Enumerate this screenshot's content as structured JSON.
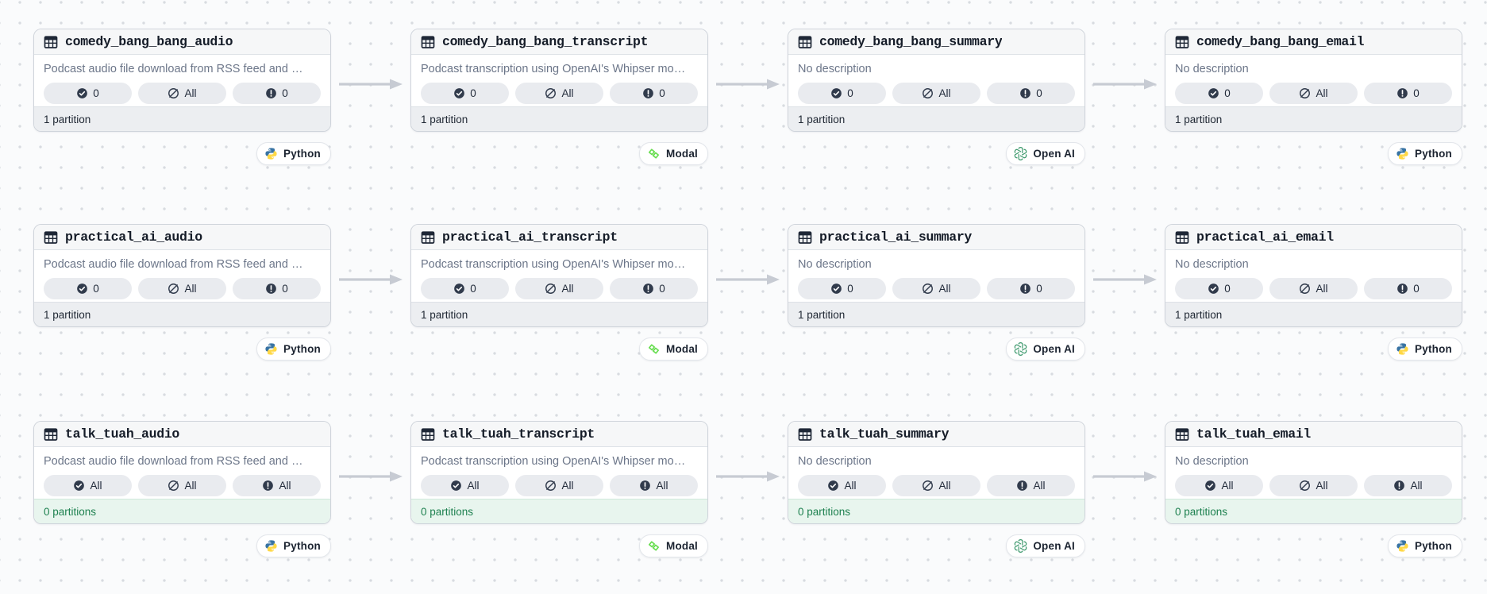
{
  "colors": {
    "background": "#FAFBFC",
    "dot_grid": "#D8DBE0",
    "card_border": "#CFD4DB",
    "card_header_bg": "#F6F7F8",
    "badge_bg": "#E9EBEF",
    "footer_bg": "#ECEEF1",
    "footer_green_bg": "#E8F5EE",
    "footer_green_text": "#1E8150",
    "text_primary": "#151C28",
    "text_secondary": "#6C7689",
    "edge_arrow": "#C7CBD3",
    "python_blue": "#3873A3",
    "python_yellow": "#FFD845",
    "modal_green": "#67DD4F",
    "openai_green": "#3F9A6E"
  },
  "pipelines": [
    {
      "assets": [
        {
          "title": "comedy_bang_bang_audio",
          "description": "Podcast audio file download from RSS feed and …",
          "badges": [
            {
              "icon": "check-circle-icon",
              "value": "0"
            },
            {
              "icon": "slash-circle-icon",
              "value": "All"
            },
            {
              "icon": "exclamation-circle-icon",
              "value": "0"
            }
          ],
          "partitions": "1 partition",
          "partitions_state": "default",
          "tag": {
            "icon": "python-icon",
            "label": "Python"
          }
        },
        {
          "title": "comedy_bang_bang_transcript",
          "description": "Podcast transcription using OpenAI's Whipser mo…",
          "badges": [
            {
              "icon": "check-circle-icon",
              "value": "0"
            },
            {
              "icon": "slash-circle-icon",
              "value": "All"
            },
            {
              "icon": "exclamation-circle-icon",
              "value": "0"
            }
          ],
          "partitions": "1 partition",
          "partitions_state": "default",
          "tag": {
            "icon": "modal-icon",
            "label": "Modal"
          }
        },
        {
          "title": "comedy_bang_bang_summary",
          "description": "No description",
          "badges": [
            {
              "icon": "check-circle-icon",
              "value": "0"
            },
            {
              "icon": "slash-circle-icon",
              "value": "All"
            },
            {
              "icon": "exclamation-circle-icon",
              "value": "0"
            }
          ],
          "partitions": "1 partition",
          "partitions_state": "default",
          "tag": {
            "icon": "openai-icon",
            "label": "Open AI"
          }
        },
        {
          "title": "comedy_bang_bang_email",
          "description": "No description",
          "badges": [
            {
              "icon": "check-circle-icon",
              "value": "0"
            },
            {
              "icon": "slash-circle-icon",
              "value": "All"
            },
            {
              "icon": "exclamation-circle-icon",
              "value": "0"
            }
          ],
          "partitions": "1 partition",
          "partitions_state": "default",
          "tag": {
            "icon": "python-icon",
            "label": "Python"
          }
        }
      ]
    },
    {
      "assets": [
        {
          "title": "practical_ai_audio",
          "description": "Podcast audio file download from RSS feed and …",
          "badges": [
            {
              "icon": "check-circle-icon",
              "value": "0"
            },
            {
              "icon": "slash-circle-icon",
              "value": "All"
            },
            {
              "icon": "exclamation-circle-icon",
              "value": "0"
            }
          ],
          "partitions": "1 partition",
          "partitions_state": "default",
          "tag": {
            "icon": "python-icon",
            "label": "Python"
          }
        },
        {
          "title": "practical_ai_transcript",
          "description": "Podcast transcription using OpenAI's Whipser mo…",
          "badges": [
            {
              "icon": "check-circle-icon",
              "value": "0"
            },
            {
              "icon": "slash-circle-icon",
              "value": "All"
            },
            {
              "icon": "exclamation-circle-icon",
              "value": "0"
            }
          ],
          "partitions": "1 partition",
          "partitions_state": "default",
          "tag": {
            "icon": "modal-icon",
            "label": "Modal"
          }
        },
        {
          "title": "practical_ai_summary",
          "description": "No description",
          "badges": [
            {
              "icon": "check-circle-icon",
              "value": "0"
            },
            {
              "icon": "slash-circle-icon",
              "value": "All"
            },
            {
              "icon": "exclamation-circle-icon",
              "value": "0"
            }
          ],
          "partitions": "1 partition",
          "partitions_state": "default",
          "tag": {
            "icon": "openai-icon",
            "label": "Open AI"
          }
        },
        {
          "title": "practical_ai_email",
          "description": "No description",
          "badges": [
            {
              "icon": "check-circle-icon",
              "value": "0"
            },
            {
              "icon": "slash-circle-icon",
              "value": "All"
            },
            {
              "icon": "exclamation-circle-icon",
              "value": "0"
            }
          ],
          "partitions": "1 partition",
          "partitions_state": "default",
          "tag": {
            "icon": "python-icon",
            "label": "Python"
          }
        }
      ]
    },
    {
      "assets": [
        {
          "title": "talk_tuah_audio",
          "description": "Podcast audio file download from RSS feed and …",
          "badges": [
            {
              "icon": "check-circle-icon",
              "value": "All"
            },
            {
              "icon": "slash-circle-icon",
              "value": "All"
            },
            {
              "icon": "exclamation-circle-icon",
              "value": "All"
            }
          ],
          "partitions": "0 partitions",
          "partitions_state": "green",
          "tag": {
            "icon": "python-icon",
            "label": "Python"
          }
        },
        {
          "title": "talk_tuah_transcript",
          "description": "Podcast transcription using OpenAI's Whipser mo…",
          "badges": [
            {
              "icon": "check-circle-icon",
              "value": "All"
            },
            {
              "icon": "slash-circle-icon",
              "value": "All"
            },
            {
              "icon": "exclamation-circle-icon",
              "value": "All"
            }
          ],
          "partitions": "0 partitions",
          "partitions_state": "green",
          "tag": {
            "icon": "modal-icon",
            "label": "Modal"
          }
        },
        {
          "title": "talk_tuah_summary",
          "description": "No description",
          "badges": [
            {
              "icon": "check-circle-icon",
              "value": "All"
            },
            {
              "icon": "slash-circle-icon",
              "value": "All"
            },
            {
              "icon": "exclamation-circle-icon",
              "value": "All"
            }
          ],
          "partitions": "0 partitions",
          "partitions_state": "green",
          "tag": {
            "icon": "openai-icon",
            "label": "Open AI"
          }
        },
        {
          "title": "talk_tuah_email",
          "description": "No description",
          "badges": [
            {
              "icon": "check-circle-icon",
              "value": "All"
            },
            {
              "icon": "slash-circle-icon",
              "value": "All"
            },
            {
              "icon": "exclamation-circle-icon",
              "value": "All"
            }
          ],
          "partitions": "0 partitions",
          "partitions_state": "green",
          "tag": {
            "icon": "python-icon",
            "label": "Python"
          }
        }
      ]
    }
  ]
}
